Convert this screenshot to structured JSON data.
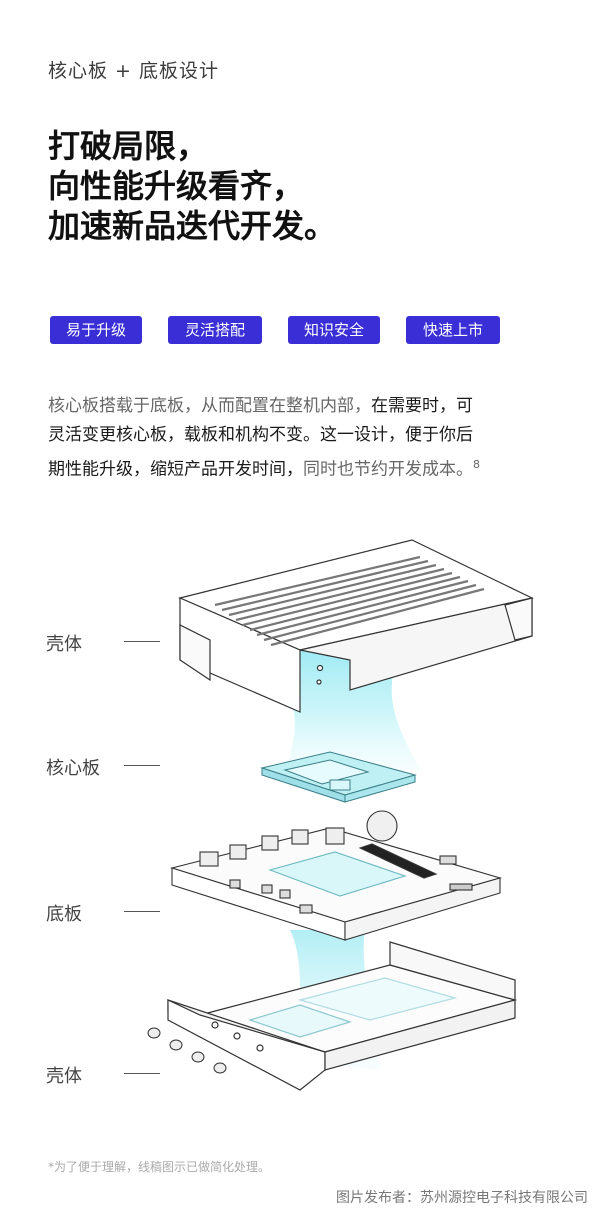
{
  "section_label": "核心板 + 底板设计",
  "headline": [
    "打破局限，",
    "向性能升级看齐，",
    "加速新品迭代开发。"
  ],
  "tags": [
    "易于升级",
    "灵活搭配",
    "知识安全",
    "快速上市"
  ],
  "description": {
    "line1_a": "核心板搭载于底板，从而配置在整机内部，",
    "line1_b": "在需要时，可",
    "line2": "灵活变更核心板，载板和机构不变。这一设计，便于你后",
    "line3_a": "期性能升级，缩短产品开发时间，",
    "line3_b": "同时也节约开发成本。",
    "footnote_ref": "8"
  },
  "parts": [
    "壳体",
    "核心板",
    "底板",
    "壳体"
  ],
  "footnote": "*为了便于理解，线稿图示已做简化处理。",
  "publisher": "图片发布者：苏州源控电子科技有限公司",
  "colors": {
    "tag_bg": "#3a2fd6",
    "glow": "#7fe3ef"
  }
}
